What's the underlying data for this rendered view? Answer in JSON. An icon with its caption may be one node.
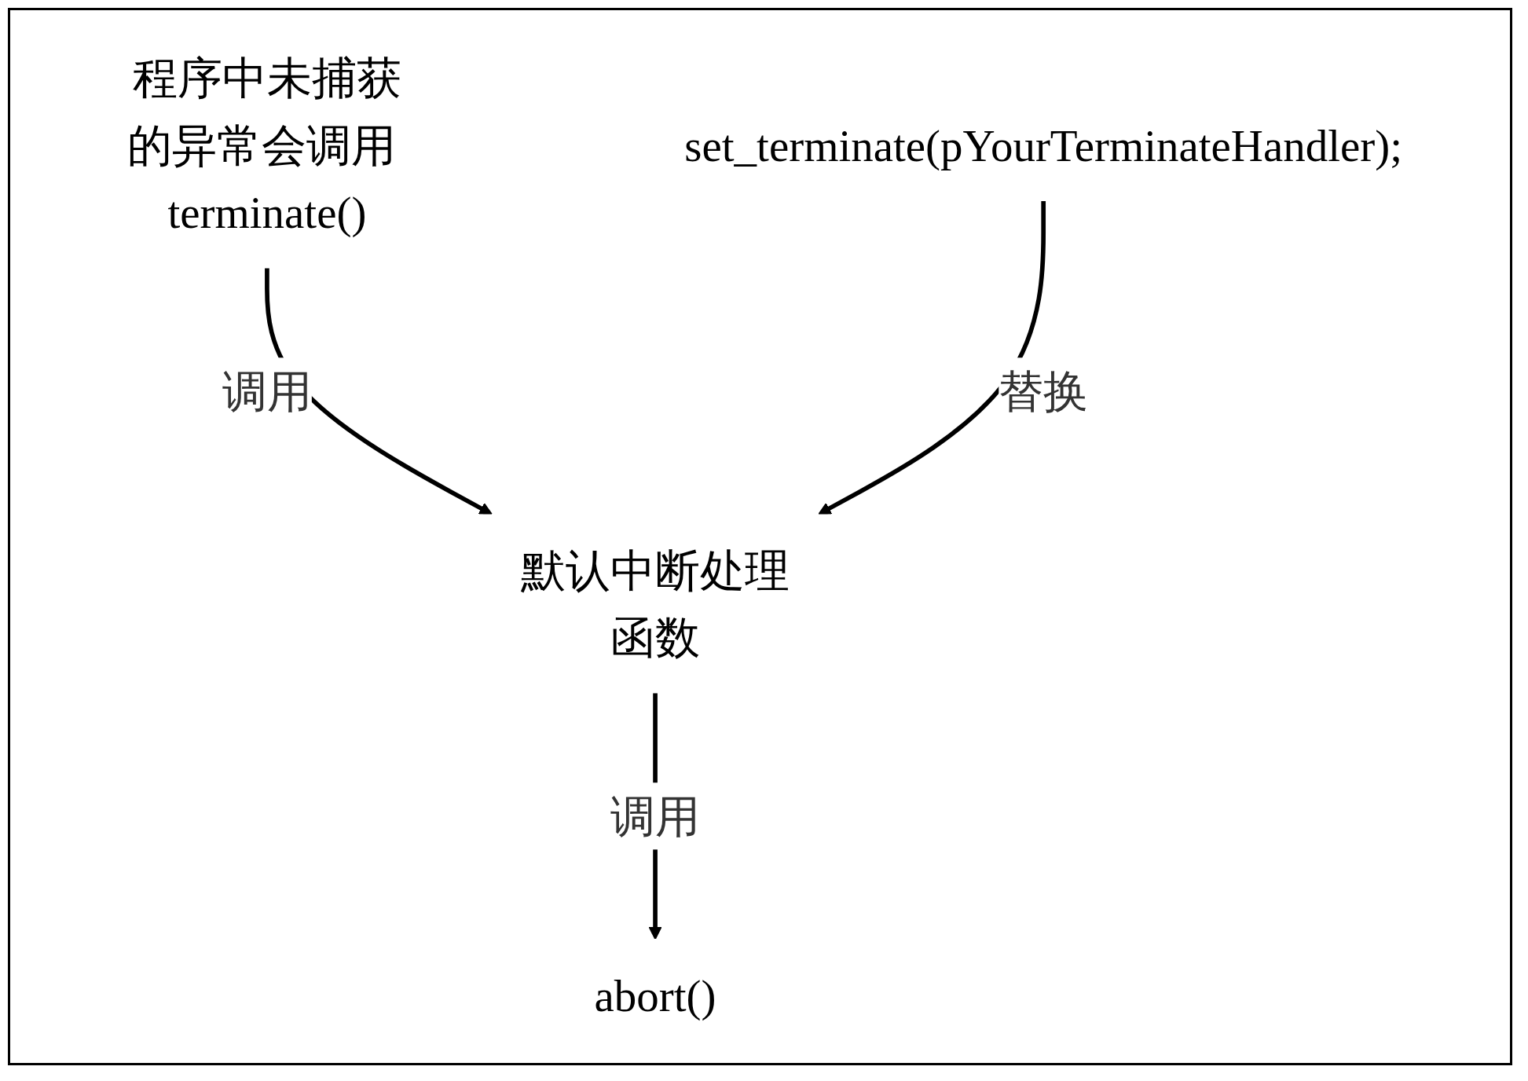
{
  "diagram": {
    "nodes": [
      {
        "text": [
          "程序中未捕获的异常会调用 terminate()"
        ]
      },
      {
        "text": [
          "set_terminate(pYourTerminateHandler);"
        ]
      },
      {
        "text": [
          "默认中断处理函数"
        ]
      },
      {
        "text": [
          "abort()"
        ]
      }
    ],
    "edges": [
      {
        "from": 0,
        "to": 2,
        "arrow": "to",
        "label": "调用"
      },
      {
        "from": 1,
        "to": 2,
        "arrow": "to",
        "label": "替换"
      },
      {
        "from": 2,
        "to": 3,
        "arrow": "to",
        "label": "调用"
      }
    ]
  }
}
